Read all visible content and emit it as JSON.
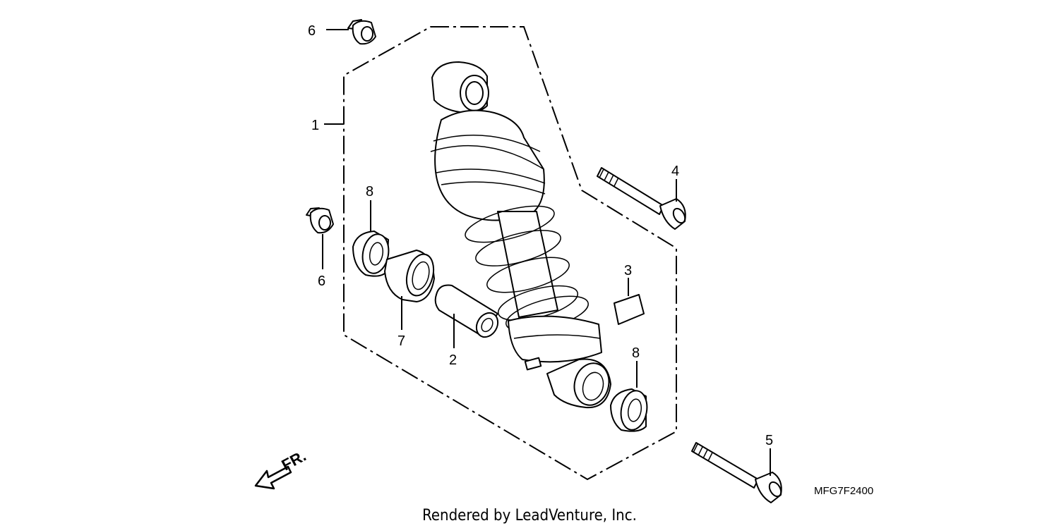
{
  "callouts": {
    "c1": "1",
    "c2": "2",
    "c3": "3",
    "c4": "4",
    "c5": "5",
    "c6_top": "6",
    "c6_left": "6",
    "c7": "7",
    "c8_left": "8",
    "c8_right": "8"
  },
  "direction_label": "FR.",
  "diagram_code": "MFG7F2400",
  "footer": "Rendered by LeadVenture, Inc."
}
